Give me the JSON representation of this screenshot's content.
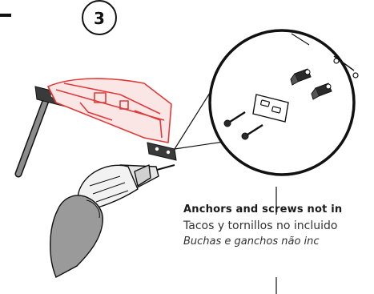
{
  "step": {
    "number": "3"
  },
  "notes": {
    "english": "Anchors and screws not in",
    "spanish": "Tacos y tornillos no incluido",
    "portuguese": "Buchas e ganchos não inc"
  },
  "colors": {
    "highlight": "#e03a3a",
    "outline": "#111111",
    "hand": "#9a9a9a",
    "bracket": "#3a3a3a"
  },
  "icons": [
    "drill-icon",
    "hand-icon",
    "screw-icon",
    "anchor-icon",
    "bracket-icon",
    "rod-icon",
    "magnifier-circle-icon"
  ]
}
